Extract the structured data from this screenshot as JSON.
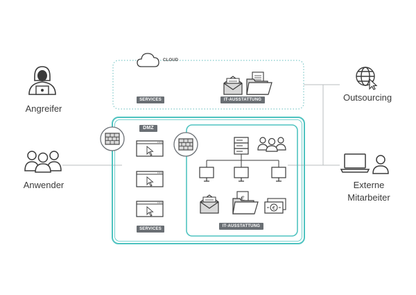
{
  "actors": {
    "attacker": "Angreifer",
    "users": "Anwender",
    "outsourcing": "Outsourcing",
    "external_line1": "Externe",
    "external_line2": "Mitarbeiter"
  },
  "cloud": {
    "label": "CLOUD",
    "services_tag": "SERVICES",
    "it_tag": "IT-AUSSTATTUNG"
  },
  "dmz": {
    "label": "DMZ",
    "services_tag": "SERVICES"
  },
  "internal": {
    "it_tag": "IT-AUSSTATTUNG"
  },
  "colors": {
    "teal": "#4fc3c0",
    "dotted": "#7fc9c9",
    "line": "#b9bcbf",
    "icon": "#3a3a3a",
    "tag_bg": "#6a6f74"
  },
  "icons": [
    "hacker-icon",
    "users-group-icon",
    "globe-cursor-icon",
    "laptop-person-icon",
    "cloud-icon",
    "mail-icon",
    "folder-document-icon",
    "firewall-icon",
    "browser-window-icon",
    "server-icon",
    "team-icon",
    "monitor-icon",
    "euro-folder-icon",
    "euro-banknote-icon"
  ]
}
